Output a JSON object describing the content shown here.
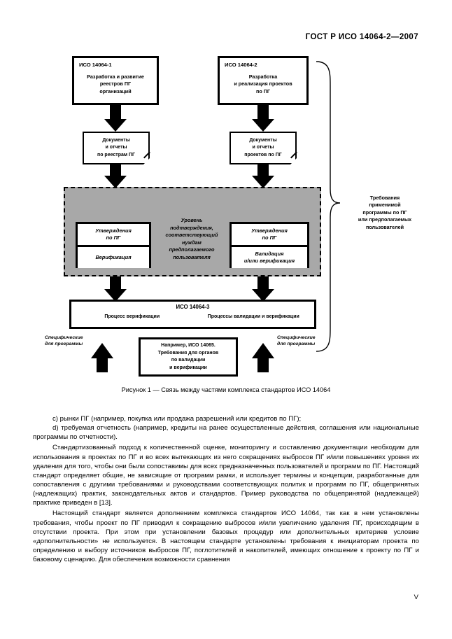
{
  "header": {
    "standard_id": "ГОСТ Р ИСО 14064-2—2007"
  },
  "figure": {
    "iso1_box": {
      "title": "ИСО 14064-1",
      "body": "Разработка и развитие\nреестров ПГ\nорганизаций"
    },
    "iso2_box": {
      "title": "ИСО 14064-2",
      "body": "Разработка\nи реализация проектов\nпо ПГ"
    },
    "doc_left": "Документы\nи отчеты\nпо реестрам ПГ",
    "doc_right": "Документы\nи отчеты\nпроектов по ПГ",
    "left_stack": {
      "top": "Утверждения\nпо ПГ",
      "bottom": "Верификация"
    },
    "right_stack": {
      "top": "Утверждения\nпо ПГ",
      "bottom": "Валидация\nи/или верификация"
    },
    "center_note": "Уровень\nподтверждения,\nсоответствующий\nнуждам\nпредполагаемого\nпользователя",
    "bracket_label": "Требования\nприменимой\nпрограммы по ПГ\nили предполагаемых\nпользователей",
    "iso3_bar": {
      "heading": "ИСО 14064-3",
      "left_col": "Процесс верификации",
      "right_col": "Процессы валидации и верификации"
    },
    "bottom_box": "Например, ИСО 14065.\nТребования для органов\nпо валидации\nи верификации",
    "side_label_left": "Специфические\nдля программы",
    "side_label_right": "Специфические\nдля программы",
    "caption": "Рисунок 1 — Связь между частями комплекса стандартов ИСО 14064"
  },
  "body": {
    "item_c": "c) рынки ПГ (например, покупка или продажа разрешений или кредитов по ПГ);",
    "item_d": "d) требуемая отчетность (например, кредиты на ранее осуществленные действия, соглашения или национальные программы по отчетности).",
    "para1": "Стандартизованный подход к количественной оценке, мониторингу и составлению документации необходим для использования в проектах по ПГ и во всех вытекающих из него сокращениях выбросов ПГ и/или повышениях уровня их удаления для того, чтобы они были сопоставимы для всех предназначенных пользователей и программ по ПГ. Настоящий стандарт определяет общие, не зависящие от программ рамки, и использует термины и концепции, разработанные для сопоставления с другими требованиями и руководствами соответствующих политик и программ по ПГ, общепринятых (надлежащих) практик, законодательных актов и стандартов. Пример руководства по общепринятой (надлежащей) практике приведен в [13].",
    "para2": "Настоящий стандарт является дополнением комплекса стандартов ИСО 14064, так как в нем установлены требования, чтобы проект по ПГ приводил к сокращению выбросов и/или увеличению удаления ПГ, происходящим в отсутствии проекта. При этом при установлении базовых процедур или дополнительных критериев условие «дополнительности» не используется. В настоящем стандарте установлены требования к инициаторам проекта по определению и выбору источников выбросов ПГ, поглотителей и накопителей, имеющих отношение к проекту по ПГ и базовому сценарию. Для обеспечения возможности сравнения"
  },
  "footer": {
    "page_number": "V"
  },
  "colors": {
    "panel_gray": "#a8a8a8",
    "ink": "#000000",
    "paper": "#ffffff"
  }
}
